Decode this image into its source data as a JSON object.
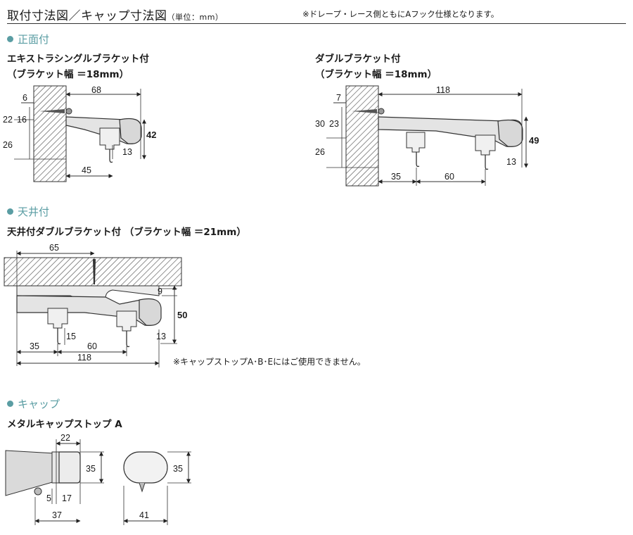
{
  "header": {
    "title": "取付寸法図／キャップ寸法図",
    "unit": "（単位：mm）",
    "note": "※ドレープ・レース側ともにAフック仕様となります。"
  },
  "sections": {
    "front": {
      "heading": "正面付",
      "extra_single": {
        "line1": "エキストラシングルブラケット付",
        "line2": "（ブラケット幅 ＝18mm）",
        "dims": {
          "top": "68",
          "screw_offset": "6",
          "upper": "22",
          "inner": "16",
          "lower": "26",
          "height": "42",
          "hook": "13",
          "base": "45"
        }
      },
      "double": {
        "line1": "ダブルブラケット付",
        "line2": "（ブラケット幅 ＝18mm）",
        "dims": {
          "top": "118",
          "screw_offset": "7",
          "upper": "30",
          "inner": "23",
          "lower": "26",
          "height": "49",
          "hook": "13",
          "base_a": "35",
          "base_b": "60"
        }
      }
    },
    "ceiling": {
      "heading": "天井付",
      "double": {
        "line1": "天井付ダブルブラケット付 （ブラケット幅 ＝21mm）",
        "dims": {
          "top": "65",
          "gap": "9",
          "height": "50",
          "hook_a": "15",
          "hook_b": "13",
          "base_a": "35",
          "base_b": "60",
          "total": "118"
        },
        "note": "※キャップストップA･B･Eにはご使用できません。"
      }
    },
    "cap": {
      "heading": "キャップ",
      "metal": {
        "line1": "メタルキャップストップ A",
        "dims": {
          "width": "22",
          "height": "35",
          "a": "5",
          "b": "17",
          "total": "37",
          "side_height": "35",
          "side_width": "41"
        }
      }
    }
  }
}
